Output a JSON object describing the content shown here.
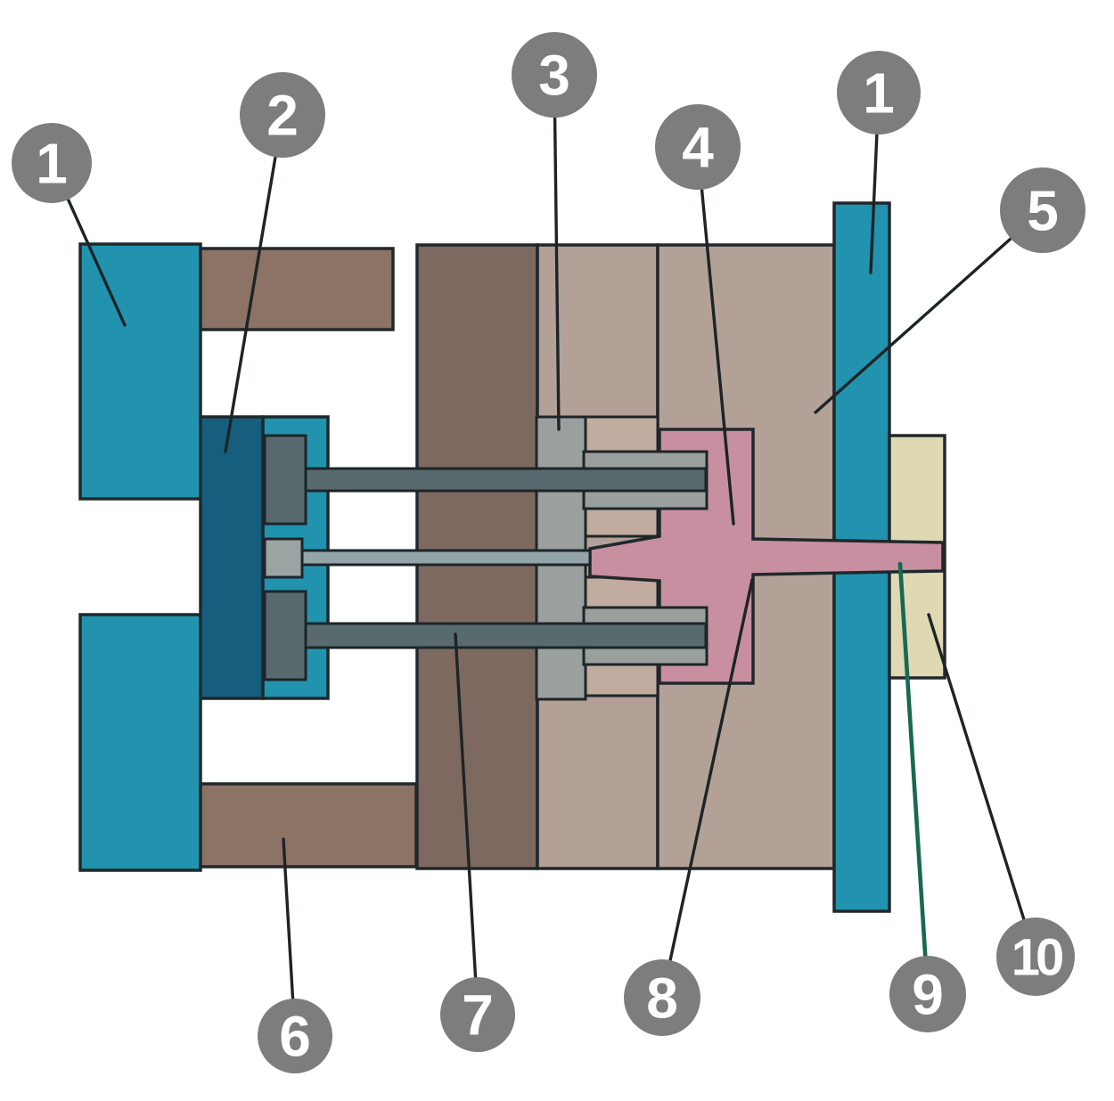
{
  "diagram_type": "injection-mold-cross-section",
  "colors": {
    "background": "#ffffff",
    "outline": "#20282b",
    "teal": "#2193ae",
    "dark_blue": "#155e7e",
    "brown": "#8c7366",
    "dark_brown": "#7e6960",
    "tan": "#b3a097",
    "tan_pocket": "#c1ac9f",
    "gray_light": "#9aa09d",
    "gray_pin": "#586a6e",
    "gray_pin_mid": "#94a5a9",
    "gray_pin_mid_head": "#9ca4a3",
    "pink": "#c78f9f",
    "cream": "#ded8b3",
    "callout_bg": "#7d7d7d",
    "callout_text": "#ffffff",
    "leader": "#1d2427",
    "leader_green": "#176951"
  },
  "callouts": [
    {
      "label": "1"
    },
    {
      "label": "2"
    },
    {
      "label": "3"
    },
    {
      "label": "4"
    },
    {
      "label": "1"
    },
    {
      "label": "5"
    },
    {
      "label": "6"
    },
    {
      "label": "7"
    },
    {
      "label": "8"
    },
    {
      "label": "9"
    },
    {
      "label": "10"
    }
  ]
}
